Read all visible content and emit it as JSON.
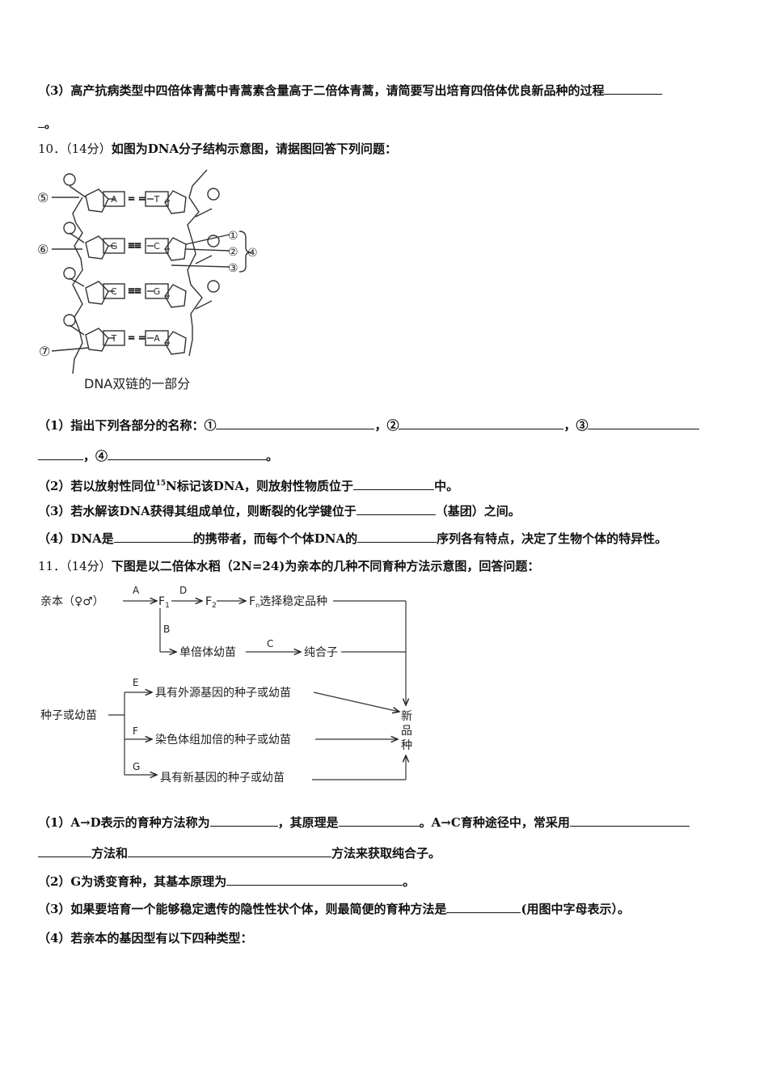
{
  "q9": {
    "p3_text": "（3）高产抗病类型中四倍体青蒿中青蒿素含量高于二倍体青蒿，请简要写出培育四倍体优良新品种的过程",
    "p3_end": "。"
  },
  "q10": {
    "number": "10．",
    "points": "（14分）",
    "stem": "如图为DNA分子结构示意图，请据图回答下列问题：",
    "figure": {
      "caption": "DNA双链的一部分",
      "circle_labels": [
        "⑤",
        "⑥",
        "⑦",
        "①",
        "②",
        "③",
        "④"
      ],
      "bases_left": [
        "A",
        "G",
        "C",
        "T"
      ],
      "bases_right": [
        "T",
        "C",
        "G",
        "A"
      ]
    },
    "p1_prefix": "（1）指出下列各部分的名称：①",
    "p1_sep2": "，②",
    "p1_sep3": "，③",
    "p1_sep4": "，④",
    "p1_end": "。",
    "p2_a": "（2）若以放射性同位",
    "p2_sup": "15",
    "p2_b": "N标记该DNA，则放射性物质位于",
    "p2_c": "中。",
    "p3_a": "（3）若水解该DNA获得其组成单位，则断裂的化学键位于",
    "p3_b": "（基团）之间。",
    "p4_a": "（4）DNA是",
    "p4_b": "的携带者，而每个个体DNA的",
    "p4_c": "序列各有特点，决定了生物个体的特异性。"
  },
  "q11": {
    "number": "11．",
    "points": "（14分）",
    "stem": "下图是以二倍体水稻（2N=24)为亲本的几种不同育种方法示意图，回答问题：",
    "figure": {
      "parent": "亲本（♀♂）",
      "A": "A",
      "D": "D",
      "B": "B",
      "C": "C",
      "E": "E",
      "F": "F",
      "G": "G",
      "F1": "F",
      "F1_sub": "1",
      "F2": "F",
      "F2_sub": "2",
      "Fn": "F",
      "Fn_sub": "n",
      "Fn_text": "选择稳定品种",
      "haploid": "单倍体幼苗",
      "pure": "纯合子",
      "seed": "种子或幼苗",
      "e_text": "具有外源基因的种子或幼苗",
      "f_text": "染色体组加倍的种子或幼苗",
      "g_text": "具有新基因的种子或幼苗",
      "new_variety": [
        "新",
        "品",
        "种"
      ]
    },
    "p1_a": "（1）A→D表示的育种方法称为",
    "p1_b": "，其原理是",
    "p1_c": "。A→C育种途径中，常采用",
    "p1_d": "方法和",
    "p1_e": "方法来获取纯合子。",
    "p2_a": "（2）G为诱变育种，其基本原理为",
    "p2_b": "。",
    "p3_a": "（3）如果要培育一个能够稳定遗传的隐性性状个体，则最简便的育种方法是",
    "p3_b": "(用图中字母表示）。",
    "p4": "（4）若亲本的基因型有以下四种类型："
  }
}
